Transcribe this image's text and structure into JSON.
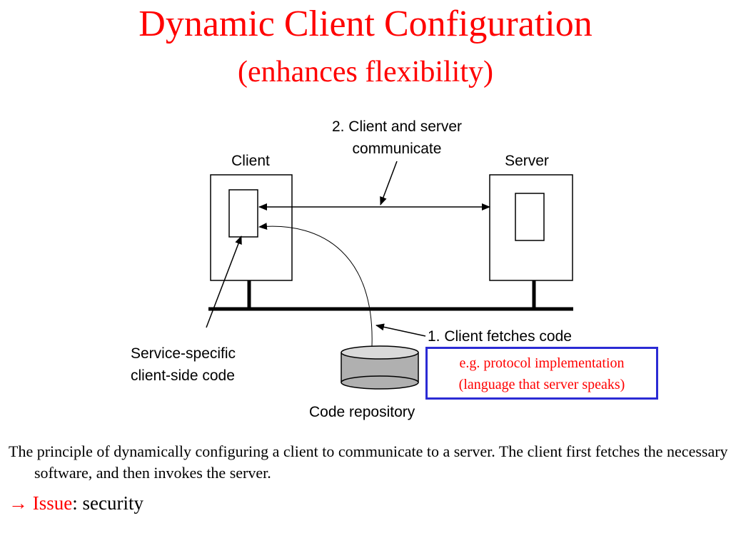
{
  "title": "Dynamic Client Configuration",
  "subtitle": "(enhances flexibility)",
  "diagram": {
    "step2_line1": "2. Client and server",
    "step2_line2": "communicate",
    "client_label": "Client",
    "server_label": "Server",
    "step1_label": "1. Client fetches code",
    "service_line1": "Service-specific",
    "service_line2": "client-side code",
    "repo_label": "Code repository"
  },
  "note": {
    "line1": "e.g. protocol implementation",
    "line2": "(language that server speaks)"
  },
  "body": {
    "paragraph": "The principle of dynamically configuring a client to communicate to a server.  The client first fetches the necessary software, and then invokes the server.",
    "arrow_glyph": "→",
    "issue_label": "Issue",
    "issue_text": ": security"
  },
  "colors": {
    "title": "#ff0000",
    "note_border": "#2b2bd4",
    "repository_fill": "#b0b0b0"
  }
}
